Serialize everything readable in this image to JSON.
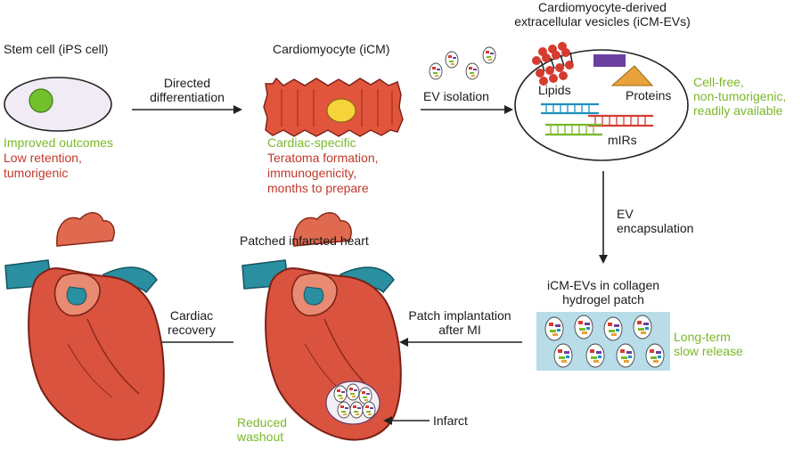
{
  "stem_cell": {
    "title": "Stem cell (iPS cell)",
    "pro": "Improved outcomes",
    "cons": [
      "Low retention,",
      "tumorigenic"
    ]
  },
  "differentiation": {
    "lines": [
      "Directed",
      "differentiation"
    ]
  },
  "cardiomyocyte": {
    "title": "Cardiomyocyte (iCM)",
    "pro": "Cardiac-specific",
    "cons": [
      "Teratoma formation,",
      "immunogenicity,",
      "months to prepare"
    ]
  },
  "ev_isolation": {
    "label": "EV isolation"
  },
  "evs": {
    "title_lines": [
      "Cardiomyocyte-derived",
      "extracellular vesicles (iCM-EVs)"
    ],
    "lipids": "Lipids",
    "proteins": "Proteins",
    "mirs": "mIRs",
    "benefits": [
      "Cell-free,",
      "non-tumorigenic,",
      "readily available"
    ]
  },
  "ev_encapsulation": {
    "lines": [
      "EV",
      "encapsulation"
    ]
  },
  "patch": {
    "title_lines": [
      "iCM-EVs in collagen",
      "hydrogel patch"
    ],
    "benefits": [
      "Long-term",
      "slow release"
    ]
  },
  "implantation": {
    "lines": [
      "Patch implantation",
      "after MI"
    ]
  },
  "patched_heart": {
    "title": "Patched infarcted heart",
    "benefits": [
      "Reduced",
      "washout"
    ],
    "infarct_label": "Infarct"
  },
  "recovery": {
    "lines": [
      "Cardiac",
      "recovery"
    ]
  },
  "colors": {
    "green_text": "#7ab829",
    "red_text": "#c0392b",
    "heart_red": "#d9533f",
    "vessel_teal": "#2a8fa0",
    "patch_blue": "#b8dde8",
    "cell_green": "#72c02c",
    "nucleus_yellow": "#f5d33b",
    "myocyte_red": "#e0553c"
  },
  "icons": {
    "vesicle": "vesicle-icon",
    "lipid": "lipid-bilayer-icon",
    "protein": "protein-icon",
    "mirna": "mirna-duplex-icon",
    "heart": "heart-icon"
  }
}
